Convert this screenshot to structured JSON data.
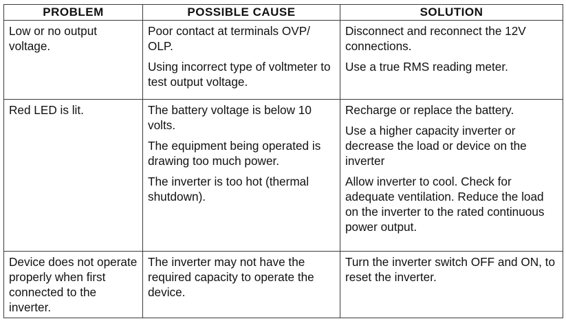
{
  "headers": {
    "problem": "PROBLEM",
    "cause": "POSSIBLE CAUSE",
    "solution": "SOLUTION"
  },
  "rows": [
    {
      "problem": "Low or no output voltage.",
      "causes": [
        "Poor contact at terminals OVP/ OLP.",
        "Using incorrect type of voltmeter to test output voltage."
      ],
      "solutions": [
        "Disconnect and reconnect the 12V connections.",
        "Use a true RMS reading meter."
      ]
    },
    {
      "problem": "Red LED is lit.",
      "causes": [
        "The battery voltage is below 10 volts.",
        "The equipment being operated is drawing too much power.",
        "The inverter is too hot (thermal shutdown)."
      ],
      "solutions": [
        "Recharge or replace the battery.",
        "Use a higher capacity inverter or decrease the load or device on the inverter",
        "Allow inverter to cool. Check for adequate ventilation. Reduce the load on the inverter to the rated continuous power output."
      ]
    },
    {
      "problem": "Device does not operate properly when first connected to the inverter.",
      "causes": [
        "The inverter may not have the required capacity to operate the device."
      ],
      "solutions": [
        "Turn the inverter switch OFF and ON, to reset the inverter."
      ]
    }
  ]
}
